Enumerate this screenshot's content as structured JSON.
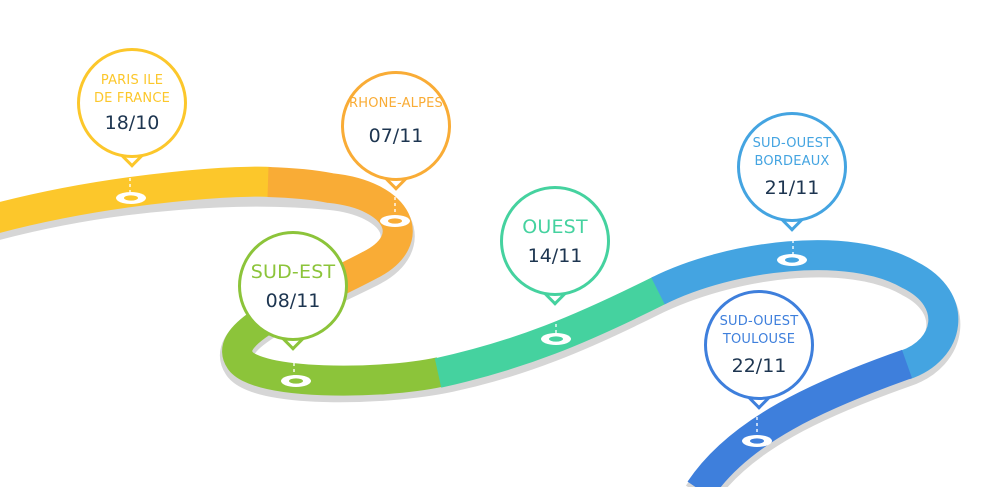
{
  "colors": {
    "yellow": "#fcc72b",
    "orange": "#f9ac36",
    "green": "#8cc43a",
    "teal": "#45d29f",
    "lightblue": "#44a4e1",
    "blue": "#3e7fdc",
    "date_text": "#1d3550"
  },
  "stops": [
    {
      "region": "PARIS ILE\nDE FRANCE",
      "date": "18/10",
      "color": "#fcc72b"
    },
    {
      "region": "RHONE-ALPES",
      "date": "07/11",
      "color": "#f9ac36"
    },
    {
      "region": "SUD-EST",
      "date": "08/11",
      "color": "#8cc43a"
    },
    {
      "region": "OUEST",
      "date": "14/11",
      "color": "#45d29f"
    },
    {
      "region": "SUD-OUEST\nBORDEAUX",
      "date": "21/11",
      "color": "#44a4e1"
    },
    {
      "region": "SUD-OUEST\nTOULOUSE",
      "date": "22/11",
      "color": "#3e7fdc"
    }
  ]
}
